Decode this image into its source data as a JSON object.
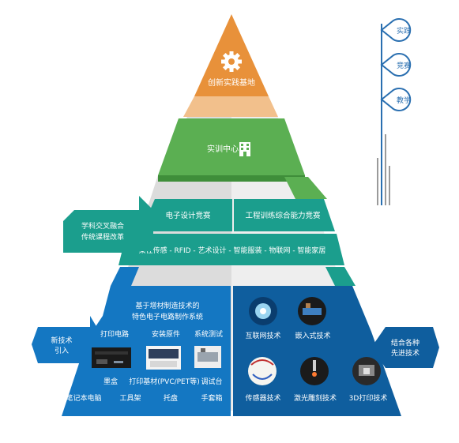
{
  "legend": {
    "items": [
      "实践",
      "竞赛",
      "教学"
    ]
  },
  "top": {
    "icon": "gear-icon",
    "label": "创新实践基地"
  },
  "level2": {
    "icon": "building-icon",
    "label": "实训中心"
  },
  "level3": {
    "side_label_line1": "学科交叉融合",
    "side_label_line2": "传统课程改革",
    "left_title": "电子设计竞赛",
    "right_title": "工程训练综合能力竞赛",
    "bar_text": "柔性传感 - RFID - 艺术设计 - 智能服装 - 物联网 - 智能家居"
  },
  "base_left": {
    "title_line1": "基于增材制造技术的",
    "title_line2": "特色电子电路制作系统",
    "row1": [
      "打印电路",
      "安装原件",
      "系统测试"
    ],
    "row2": [
      "墨盒",
      "打印基材(PVC/PET等)",
      "调试台"
    ],
    "row3": [
      "笔记本电脑",
      "工具架",
      "托盘",
      "手套箱"
    ],
    "side_label_line1": "新技术",
    "side_label_line2": "引入",
    "images": [
      "ink-cartridge-image",
      "printer-image",
      "test-platform-image"
    ]
  },
  "base_right": {
    "side_label_line1": "结合各种",
    "side_label_line2": "先进技术",
    "techs": [
      "互联网技术",
      "嵌入式技术",
      "传感器技术",
      "激光雕刻技术",
      "3D打印技术"
    ]
  },
  "colors": {
    "orange": "#E8913A",
    "green": "#5BAF52",
    "teal": "#1B9E8D",
    "blue": "#1477C2",
    "dark_blue": "#0F5E9E",
    "gray": "#E6E6E6"
  }
}
